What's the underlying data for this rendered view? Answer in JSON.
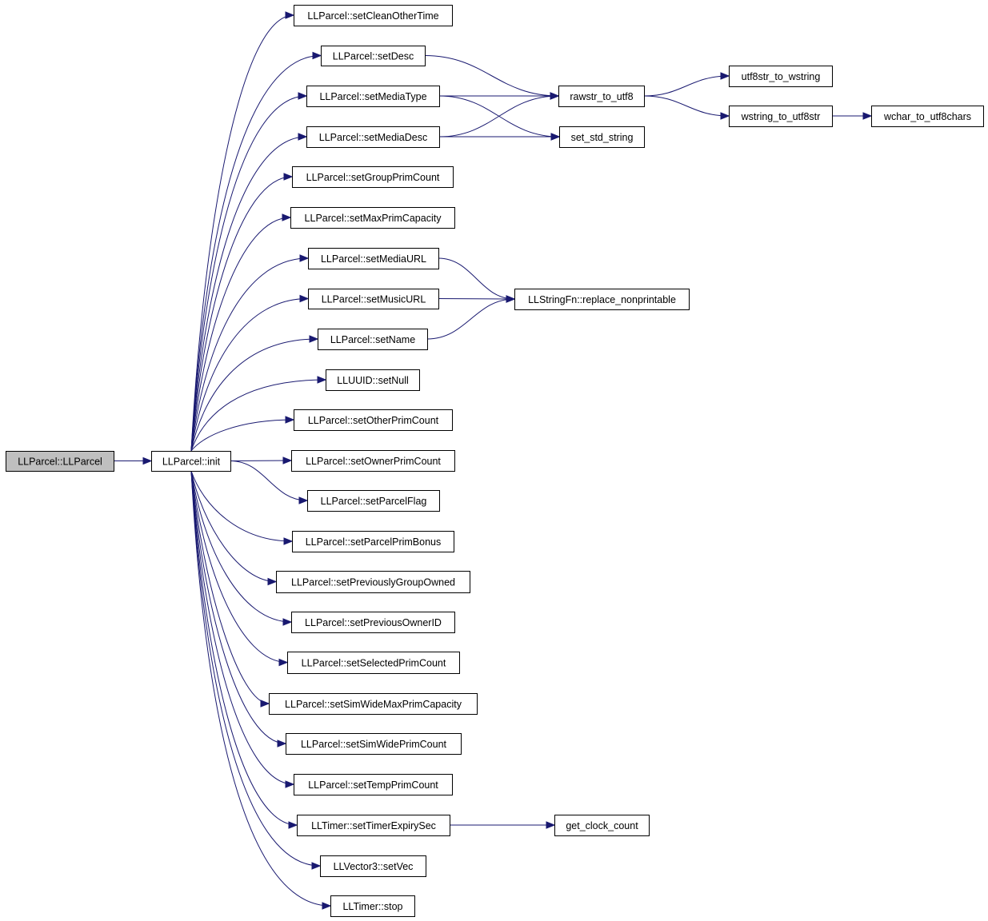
{
  "graph": {
    "nodes": [
      {
        "id": "root",
        "label": "LLParcel::LLParcel",
        "is_root": true
      },
      {
        "id": "init",
        "label": "LLParcel::init"
      },
      {
        "id": "setCleanOtherTime",
        "label": "LLParcel::setCleanOtherTime"
      },
      {
        "id": "setDesc",
        "label": "LLParcel::setDesc"
      },
      {
        "id": "setMediaType",
        "label": "LLParcel::setMediaType"
      },
      {
        "id": "setMediaDesc",
        "label": "LLParcel::setMediaDesc"
      },
      {
        "id": "setGroupPrimCount",
        "label": "LLParcel::setGroupPrimCount"
      },
      {
        "id": "setMaxPrimCapacity",
        "label": "LLParcel::setMaxPrimCapacity"
      },
      {
        "id": "setMediaURL",
        "label": "LLParcel::setMediaURL"
      },
      {
        "id": "setMusicURL",
        "label": "LLParcel::setMusicURL"
      },
      {
        "id": "setName",
        "label": "LLParcel::setName"
      },
      {
        "id": "setNull",
        "label": "LLUUID::setNull"
      },
      {
        "id": "setOtherPrimCount",
        "label": "LLParcel::setOtherPrimCount"
      },
      {
        "id": "setOwnerPrimCount",
        "label": "LLParcel::setOwnerPrimCount"
      },
      {
        "id": "setParcelFlag",
        "label": "LLParcel::setParcelFlag"
      },
      {
        "id": "setParcelPrimBonus",
        "label": "LLParcel::setParcelPrimBonus"
      },
      {
        "id": "setPreviouslyGroupOwned",
        "label": "LLParcel::setPreviouslyGroupOwned"
      },
      {
        "id": "setPreviousOwnerID",
        "label": "LLParcel::setPreviousOwnerID"
      },
      {
        "id": "setSelectedPrimCount",
        "label": "LLParcel::setSelectedPrimCount"
      },
      {
        "id": "setSimWideMaxPrimCapacity",
        "label": "LLParcel::setSimWideMaxPrimCapacity"
      },
      {
        "id": "setSimWidePrimCount",
        "label": "LLParcel::setSimWidePrimCount"
      },
      {
        "id": "setTempPrimCount",
        "label": "LLParcel::setTempPrimCount"
      },
      {
        "id": "setTimerExpirySec",
        "label": "LLTimer::setTimerExpirySec"
      },
      {
        "id": "setVec",
        "label": "LLVector3::setVec"
      },
      {
        "id": "stop",
        "label": "LLTimer::stop"
      },
      {
        "id": "rawstr_to_utf8",
        "label": "rawstr_to_utf8"
      },
      {
        "id": "set_std_string",
        "label": "set_std_string"
      },
      {
        "id": "replace_nonprintable",
        "label": "LLStringFn::replace_nonprintable"
      },
      {
        "id": "get_clock_count",
        "label": "get_clock_count"
      },
      {
        "id": "utf8str_to_wstring",
        "label": "utf8str_to_wstring"
      },
      {
        "id": "wstring_to_utf8str",
        "label": "wstring_to_utf8str"
      },
      {
        "id": "wchar_to_utf8chars",
        "label": "wchar_to_utf8chars"
      }
    ],
    "edges": [
      [
        "root",
        "init"
      ],
      [
        "init",
        "setCleanOtherTime"
      ],
      [
        "init",
        "setDesc"
      ],
      [
        "init",
        "setMediaType"
      ],
      [
        "init",
        "setMediaDesc"
      ],
      [
        "init",
        "setGroupPrimCount"
      ],
      [
        "init",
        "setMaxPrimCapacity"
      ],
      [
        "init",
        "setMediaURL"
      ],
      [
        "init",
        "setMusicURL"
      ],
      [
        "init",
        "setName"
      ],
      [
        "init",
        "setNull"
      ],
      [
        "init",
        "setOtherPrimCount"
      ],
      [
        "init",
        "setOwnerPrimCount"
      ],
      [
        "init",
        "setParcelFlag"
      ],
      [
        "init",
        "setParcelPrimBonus"
      ],
      [
        "init",
        "setPreviouslyGroupOwned"
      ],
      [
        "init",
        "setPreviousOwnerID"
      ],
      [
        "init",
        "setSelectedPrimCount"
      ],
      [
        "init",
        "setSimWideMaxPrimCapacity"
      ],
      [
        "init",
        "setSimWidePrimCount"
      ],
      [
        "init",
        "setTempPrimCount"
      ],
      [
        "init",
        "setTimerExpirySec"
      ],
      [
        "init",
        "setVec"
      ],
      [
        "init",
        "stop"
      ],
      [
        "setDesc",
        "rawstr_to_utf8"
      ],
      [
        "setMediaType",
        "rawstr_to_utf8"
      ],
      [
        "setMediaType",
        "set_std_string"
      ],
      [
        "setMediaDesc",
        "rawstr_to_utf8"
      ],
      [
        "setMediaDesc",
        "set_std_string"
      ],
      [
        "setMediaURL",
        "replace_nonprintable"
      ],
      [
        "setMusicURL",
        "replace_nonprintable"
      ],
      [
        "setName",
        "replace_nonprintable"
      ],
      [
        "setTimerExpirySec",
        "get_clock_count"
      ],
      [
        "rawstr_to_utf8",
        "utf8str_to_wstring"
      ],
      [
        "rawstr_to_utf8",
        "wstring_to_utf8str"
      ],
      [
        "wstring_to_utf8str",
        "wchar_to_utf8chars"
      ]
    ]
  },
  "colors": {
    "edge": "#191970",
    "root_fill": "#bfbfbf",
    "node_fill": "#ffffff",
    "node_border": "#000000"
  }
}
